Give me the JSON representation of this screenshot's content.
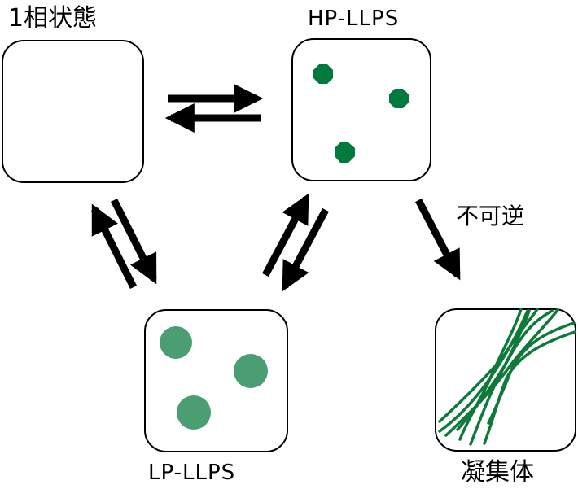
{
  "states": {
    "single_phase": {
      "label": "1相状態"
    },
    "hp_llps": {
      "label": "HP-LLPS",
      "droplet_color": "#007a3d"
    },
    "lp_llps": {
      "label": "LP-LLPS",
      "droplet_color": "#4a9e72"
    },
    "aggregate": {
      "label": "凝集体",
      "fiber_color": "#0e7a3a"
    }
  },
  "transitions": {
    "irreversible_label": "不可逆"
  }
}
